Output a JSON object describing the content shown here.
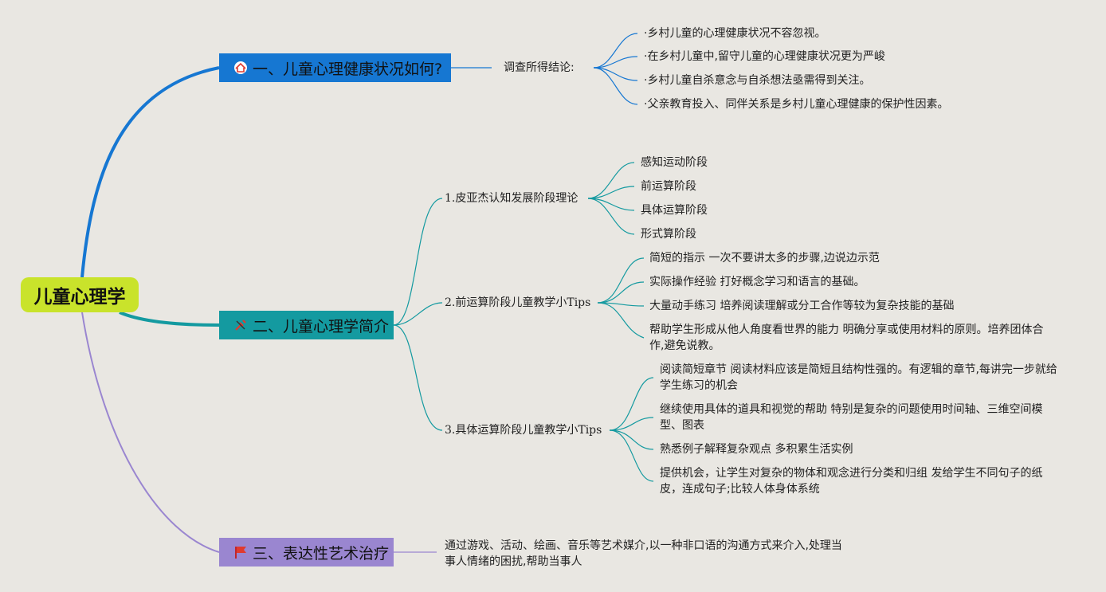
{
  "root": {
    "label": "儿童心理学"
  },
  "colors": {
    "root": "#c9e32b",
    "branch1": "#1677d2",
    "branch2": "#149aa0",
    "branch3": "#9a86d0",
    "icon_red": "#e03a2f"
  },
  "branches": [
    {
      "label": "一、儿童心理健康状况如何?",
      "icon": "house-icon",
      "sub_label": "调查所得结论:",
      "leaves": [
        "·乡村儿童的心理健康状况不容忽视。",
        "·在乡村儿童中,留守儿童的心理健康状况更为严峻",
        "·乡村儿童自杀意念与自杀想法亟需得到关注。",
        "·父亲教育投入、同伴关系是乡村儿童心理健康的保护性因素。"
      ]
    },
    {
      "label": "二、儿童心理学简介",
      "icon": "tools-icon",
      "subs": [
        {
          "label": "1.皮亚杰认知发展阶段理论",
          "leaves": [
            "感知运动阶段",
            "前运算阶段",
            "具体运算阶段",
            "形式算阶段"
          ]
        },
        {
          "label": "2.前运算阶段儿童教学小Tips",
          "leaves": [
            "简短的指示 一次不要讲太多的步骤,边说边示范",
            "实际操作经验 打好概念学习和语言的基础。",
            "大量动手练习 培养阅读理解或分工合作等较为复杂技能的基础",
            "帮助学生形成从他人角度看世界的能力 明确分享或使用材料的原则。培养团体合作,避免说教。"
          ]
        },
        {
          "label": "3.具体运算阶段儿童教学小Tips",
          "leaves": [
            "阅读简短章节 阅读材料应该是简短且结构性强的。有逻辑的章节,每讲完一步就给学生练习的机会",
            "继续使用具体的道具和视觉的帮助 特别是复杂的问题使用时间轴、三维空间模型、图表",
            "熟悉例子解释复杂观点 多积累生活实例",
            "提供机会，让学生对复杂的物体和观念进行分类和归组 发给学生不同句子的纸皮，连成句子;比较人体身体系统"
          ]
        }
      ]
    },
    {
      "label": "三、表达性艺术治疗",
      "icon": "flag-icon",
      "note": "通过游戏、活动、绘画、音乐等艺术媒介,以一种非口语的沟通方式来介入,处理当事人情绪的困扰,帮助当事人"
    }
  ]
}
